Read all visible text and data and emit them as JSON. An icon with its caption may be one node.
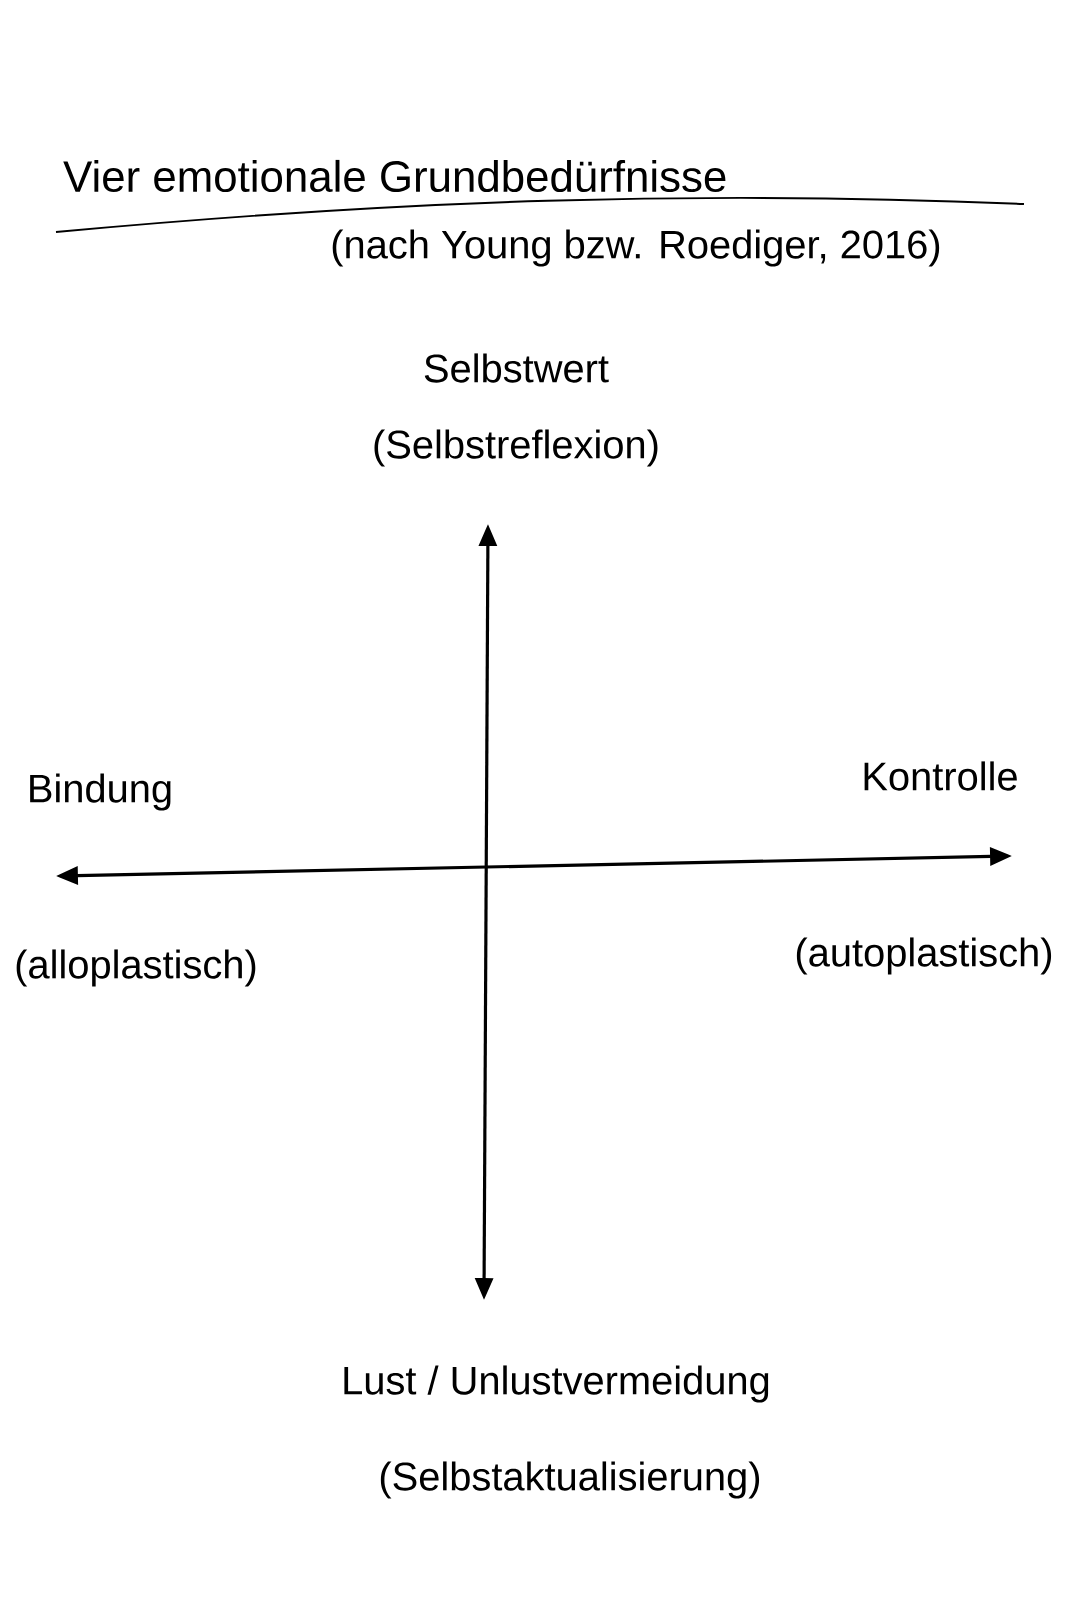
{
  "diagram": {
    "title": "Vier emotionale Grundbedürfnisse",
    "labels": [
      "(nach Young bzw. Roediger, 2016)",
      "Selbstwert",
      "(Selbstreflexion)",
      "Bindung",
      "Kontrolle",
      "(alloplastisch)",
      "(autoplastisch)",
      "Lust / Unlustvermeidung",
      "(Selbstaktualisierung)"
    ]
  }
}
